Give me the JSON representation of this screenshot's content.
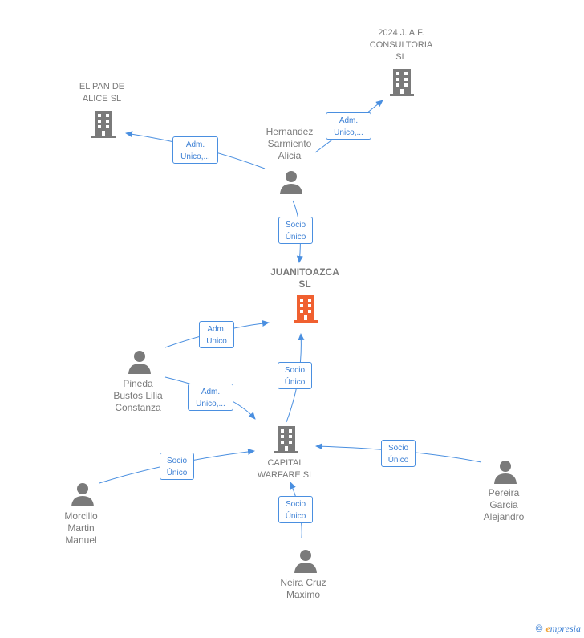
{
  "nodes": {
    "juanitoazca": {
      "label": "JUANITOAZCA\nSL",
      "type": "company",
      "highlight": true
    },
    "capital_warfare": {
      "label": "CAPITAL\nWARFARE SL",
      "type": "company"
    },
    "el_pan_de_alice": {
      "label": "EL PAN DE\nALICE SL",
      "type": "company"
    },
    "consultoria": {
      "label": "2024 J. A.F.\nCONSULTORIA\nSL",
      "type": "company"
    },
    "hernandez": {
      "label": "Hernandez\nSarmiento\nAlicia",
      "type": "person"
    },
    "pineda": {
      "label": "Pineda\nBustos Lilia\nConstanza",
      "type": "person"
    },
    "morcillo": {
      "label": "Morcillo\nMartin\nManuel",
      "type": "person"
    },
    "neira": {
      "label": "Neira Cruz\nMaximo",
      "type": "person"
    },
    "pereira": {
      "label": "Pereira\nGarcia\nAlejandro",
      "type": "person"
    }
  },
  "edges": {
    "hernandez_to_el_pan": "Adm.\nUnico,...",
    "hernandez_to_consultoria": "Adm.\nUnico,...",
    "hernandez_to_juanitoazca": "Socio\nÚnico",
    "pineda_to_juanitoazca": "Adm.\nUnico",
    "pineda_to_capital": "Adm.\nUnico,...",
    "capital_to_juanitoazca": "Socio\nÚnico",
    "morcillo_to_capital": "Socio\nÚnico",
    "neira_to_capital": "Socio\nÚnico",
    "pereira_to_capital": "Socio\nÚnico"
  },
  "colors": {
    "edge": "#4a8fe0",
    "company_icon": "#7a7a7a",
    "highlight_icon": "#f06030",
    "person_icon": "#7a7a7a"
  },
  "brand": {
    "copyright": "©",
    "e": "e",
    "name": "mpresia"
  }
}
